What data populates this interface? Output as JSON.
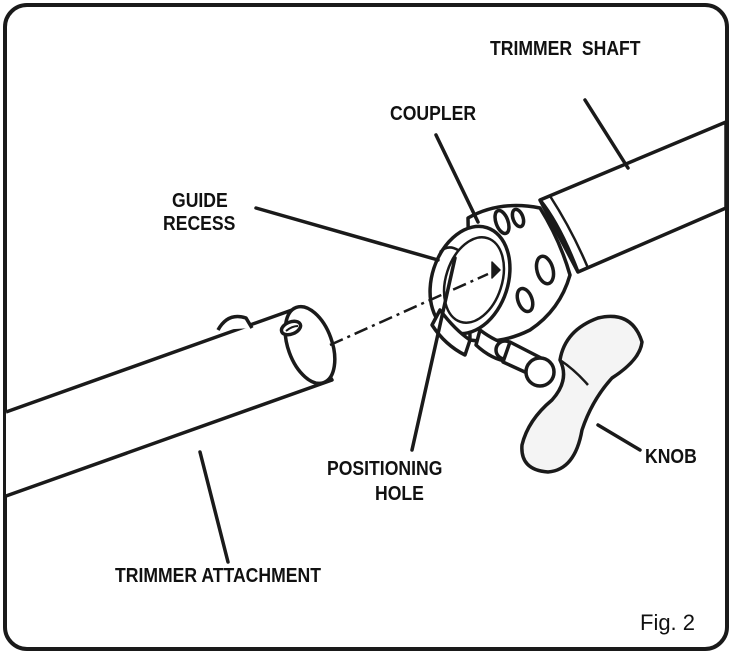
{
  "labels": {
    "trimmer_shaft": "TRIMMER  SHAFT",
    "coupler": "COUPLER",
    "guide_recess_1": "GUIDE",
    "guide_recess_2": "RECESS",
    "positioning_hole_1": "POSITIONING",
    "positioning_hole_2": "HOLE",
    "knob": "KNOB",
    "trimmer_attachment": "TRIMMER ATTACHMENT"
  },
  "figure_number": "Fig. 2",
  "colors": {
    "line": "#1a1a1a",
    "fill": "#ffffff",
    "knob_fill": "#f4f4f4"
  }
}
